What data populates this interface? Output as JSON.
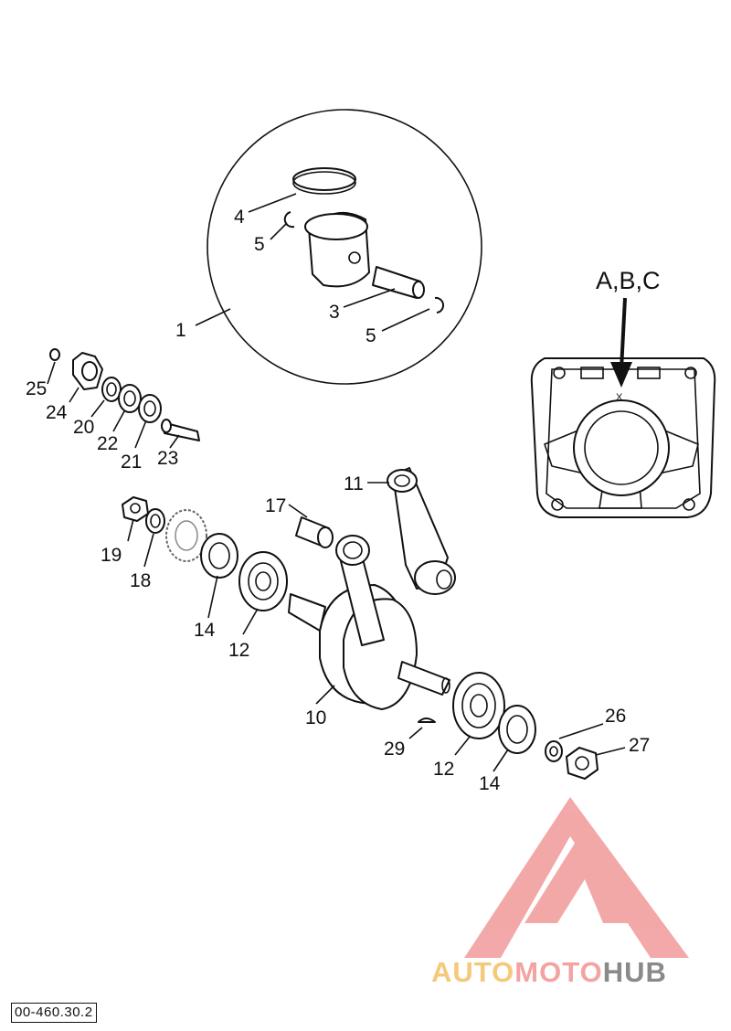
{
  "callouts": {
    "c1": "1",
    "c3": "3",
    "c4": "4",
    "c5a": "5",
    "c5b": "5",
    "c10": "10",
    "c11": "11",
    "c12a": "12",
    "c12b": "12",
    "c14a": "14",
    "c14b": "14",
    "c17": "17",
    "c18": "18",
    "c19": "19",
    "c20": "20",
    "c21": "21",
    "c22": "22",
    "c23": "23",
    "c24": "24",
    "c25": "25",
    "c26": "26",
    "c27": "27",
    "c29": "29"
  },
  "marker_label": "A,B,C",
  "cylinder_mark": "X",
  "doc_code": "00-460.30.2",
  "watermark": {
    "part1": "AUTO",
    "part2": "MOTO",
    "part3": "HUB",
    "color1": "#f5c97a",
    "color2": "#f4a3a3",
    "color3": "#8a8a8a",
    "triangle_color": "#f19a9a"
  }
}
